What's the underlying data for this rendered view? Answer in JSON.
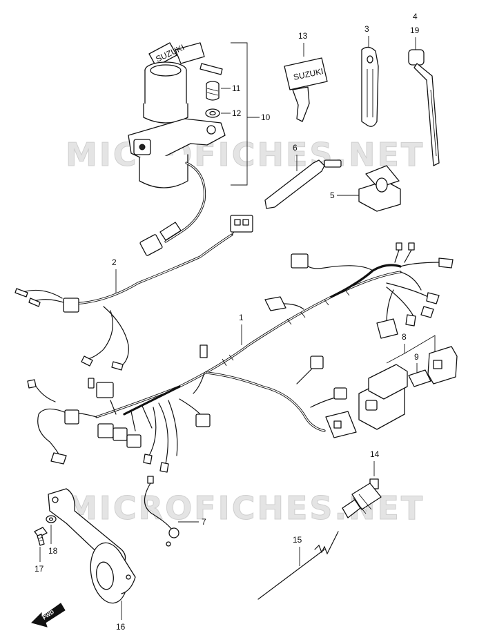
{
  "watermark": {
    "text": "MICROFICHES.NET"
  },
  "fwd_label": "FWD",
  "labels": [
    {
      "id": "1",
      "text": "1"
    },
    {
      "id": "2",
      "text": "2"
    },
    {
      "id": "3",
      "text": "3"
    },
    {
      "id": "4",
      "text": "4"
    },
    {
      "id": "5",
      "text": "5"
    },
    {
      "id": "6",
      "text": "6"
    },
    {
      "id": "7",
      "text": "7"
    },
    {
      "id": "8",
      "text": "8"
    },
    {
      "id": "9",
      "text": "9"
    },
    {
      "id": "10",
      "text": "10"
    },
    {
      "id": "11",
      "text": "11"
    },
    {
      "id": "12",
      "text": "12"
    },
    {
      "id": "13",
      "text": "13"
    },
    {
      "id": "14",
      "text": "14"
    },
    {
      "id": "15",
      "text": "15"
    },
    {
      "id": "16",
      "text": "16"
    },
    {
      "id": "17",
      "text": "17"
    },
    {
      "id": "18",
      "text": "18"
    },
    {
      "id": "19",
      "text": "19"
    }
  ],
  "key_brand": "SUZUKI",
  "colors": {
    "line": "#111111",
    "watermark": "#e4e4e4",
    "background": "#ffffff"
  }
}
